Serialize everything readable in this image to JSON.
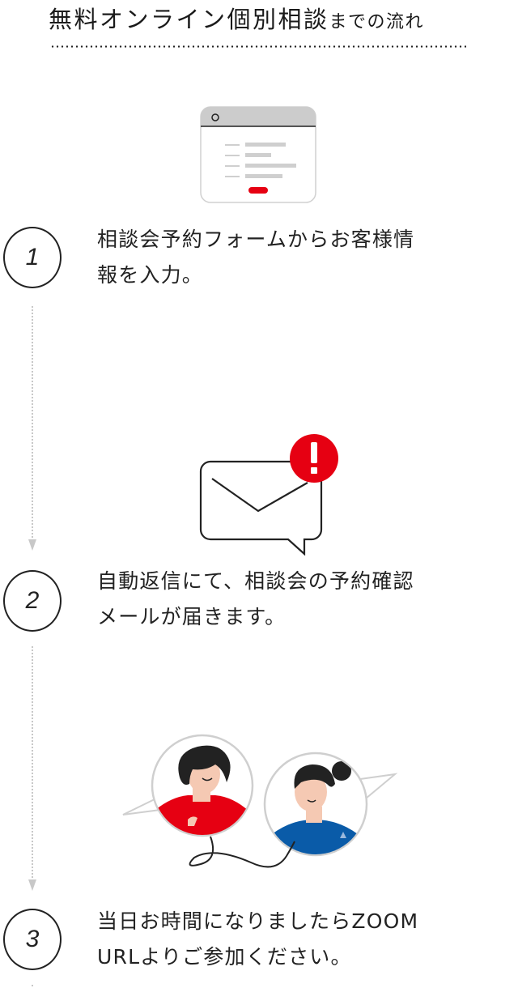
{
  "title": {
    "main": "無料オンライン個別相談",
    "suffix": "までの流れ"
  },
  "colors": {
    "accent": "#e60012",
    "blue": "#0a5ba8",
    "gray": "#cccccc",
    "ink": "#222222"
  },
  "steps": [
    {
      "number": "1",
      "icon": "web-form-icon",
      "text_line1": "相談会予約フォームからお客様情",
      "text_line2": "報を入力。"
    },
    {
      "number": "2",
      "icon": "mail-alert-icon",
      "text_line1": "自動返信にて、相談会の予約確認",
      "text_line2": "メールが届きます。"
    },
    {
      "number": "3",
      "icon": "video-call-icon",
      "text_line1": "当日お時間になりましたらZOOM",
      "text_line2": "URLよりご参加ください。"
    }
  ]
}
